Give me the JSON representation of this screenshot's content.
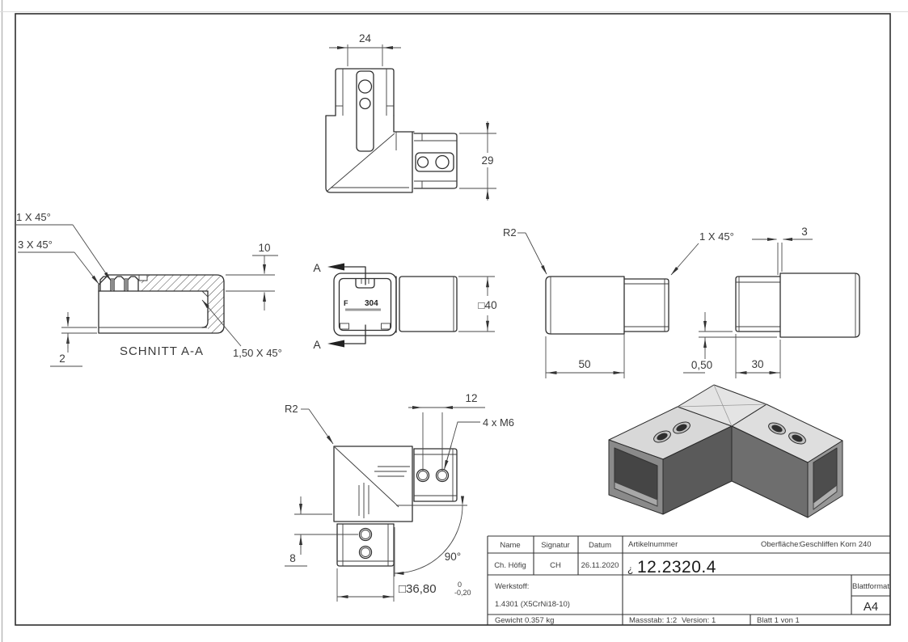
{
  "page": {
    "background": "#ffffff",
    "line_color": "#2e2e2e",
    "dim_color": "#4a4a4a",
    "iso_top_color": "#e2e2e2",
    "iso_side_color": "#6e6e6e",
    "iso_dark_color": "#4d4d4d"
  },
  "views": {
    "top": {
      "dim_width": "24",
      "dim_height": "29"
    },
    "section": {
      "chamfer_small": "1 X 45°",
      "chamfer_large": "3 X 45°",
      "dim_wall": "10",
      "dim_lip": "2",
      "chamfer_inner": "1,50 X 45°",
      "caption": "SCHNITT A-A"
    },
    "front": {
      "cut_label": "A",
      "stamp_letter": "F",
      "stamp_grade": "304",
      "dim_square": "□40"
    },
    "side": {
      "radius": "R2",
      "chamfer": "1 X 45°",
      "dim_length": "50"
    },
    "side_end": {
      "dim_wall": "3",
      "dim_step": "0,50",
      "dim_insert": "30"
    },
    "bottom": {
      "radius": "R2",
      "dim_hole_spacing": "12",
      "thread_note": "4 x M6",
      "angle": "90°",
      "dim_hole_offset": "8",
      "dim_square": "□36,80",
      "tol_upper": "0",
      "tol_lower": "-0,20"
    }
  },
  "title_block": {
    "col_name": "Name",
    "col_signature": "Signatur",
    "col_date": "Datum",
    "name": "Ch. Höfig",
    "signature": "CH",
    "date": "26.11.2020",
    "article_label": "Artikelnummer",
    "article_prefix": "¿",
    "article_number": "12.2320.4",
    "surface_label": "Oberfläche:",
    "surface_value": "Geschliffen Korn 240",
    "material_label": "Werkstoff:",
    "material_value": "1.4301 (X5CrNi18-10)",
    "sheet_format_label": "Blattformat",
    "sheet_format": "A4",
    "weight": "Gewicht 0.357 kg",
    "scale": "Massstab: 1:2",
    "version": "Version: 1",
    "sheet": "Blatt 1 von 1"
  }
}
